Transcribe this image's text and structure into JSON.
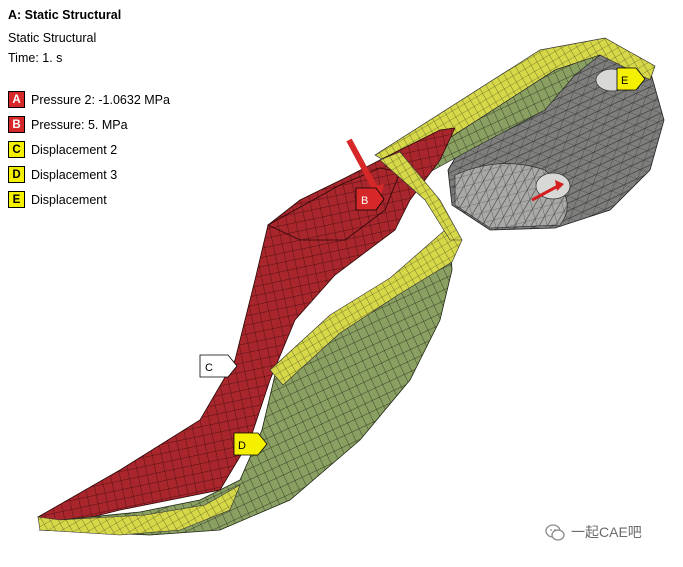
{
  "header": {
    "title": "A: Static Structural",
    "analysis_type": "Static Structural",
    "time": "Time: 1. s"
  },
  "legend": [
    {
      "letter": "A",
      "label": "Pressure 2: -1.0632 MPa",
      "color": "#d62828",
      "text_color": "#ffffff"
    },
    {
      "letter": "B",
      "label": "Pressure: 5. MPa",
      "color": "#d62828",
      "text_color": "#ffffff"
    },
    {
      "letter": "C",
      "label": "Displacement 2",
      "color": "#f5f000",
      "text_color": "#000000"
    },
    {
      "letter": "D",
      "label": "Displacement 3",
      "color": "#f5f000",
      "text_color": "#000000"
    },
    {
      "letter": "E",
      "label": "Displacement",
      "color": "#f5f000",
      "text_color": "#000000"
    }
  ],
  "model_tags": {
    "b": "B",
    "c": "C",
    "d": "D",
    "e": "E"
  },
  "colors": {
    "pressure_red": "#a8262c",
    "green_face": "#8a9f62",
    "yellow_edge": "#d6d84a",
    "grey_mesh": "#7e7f7d"
  },
  "watermark": {
    "icon": "wechat-icon",
    "text": "一起CAE吧"
  }
}
